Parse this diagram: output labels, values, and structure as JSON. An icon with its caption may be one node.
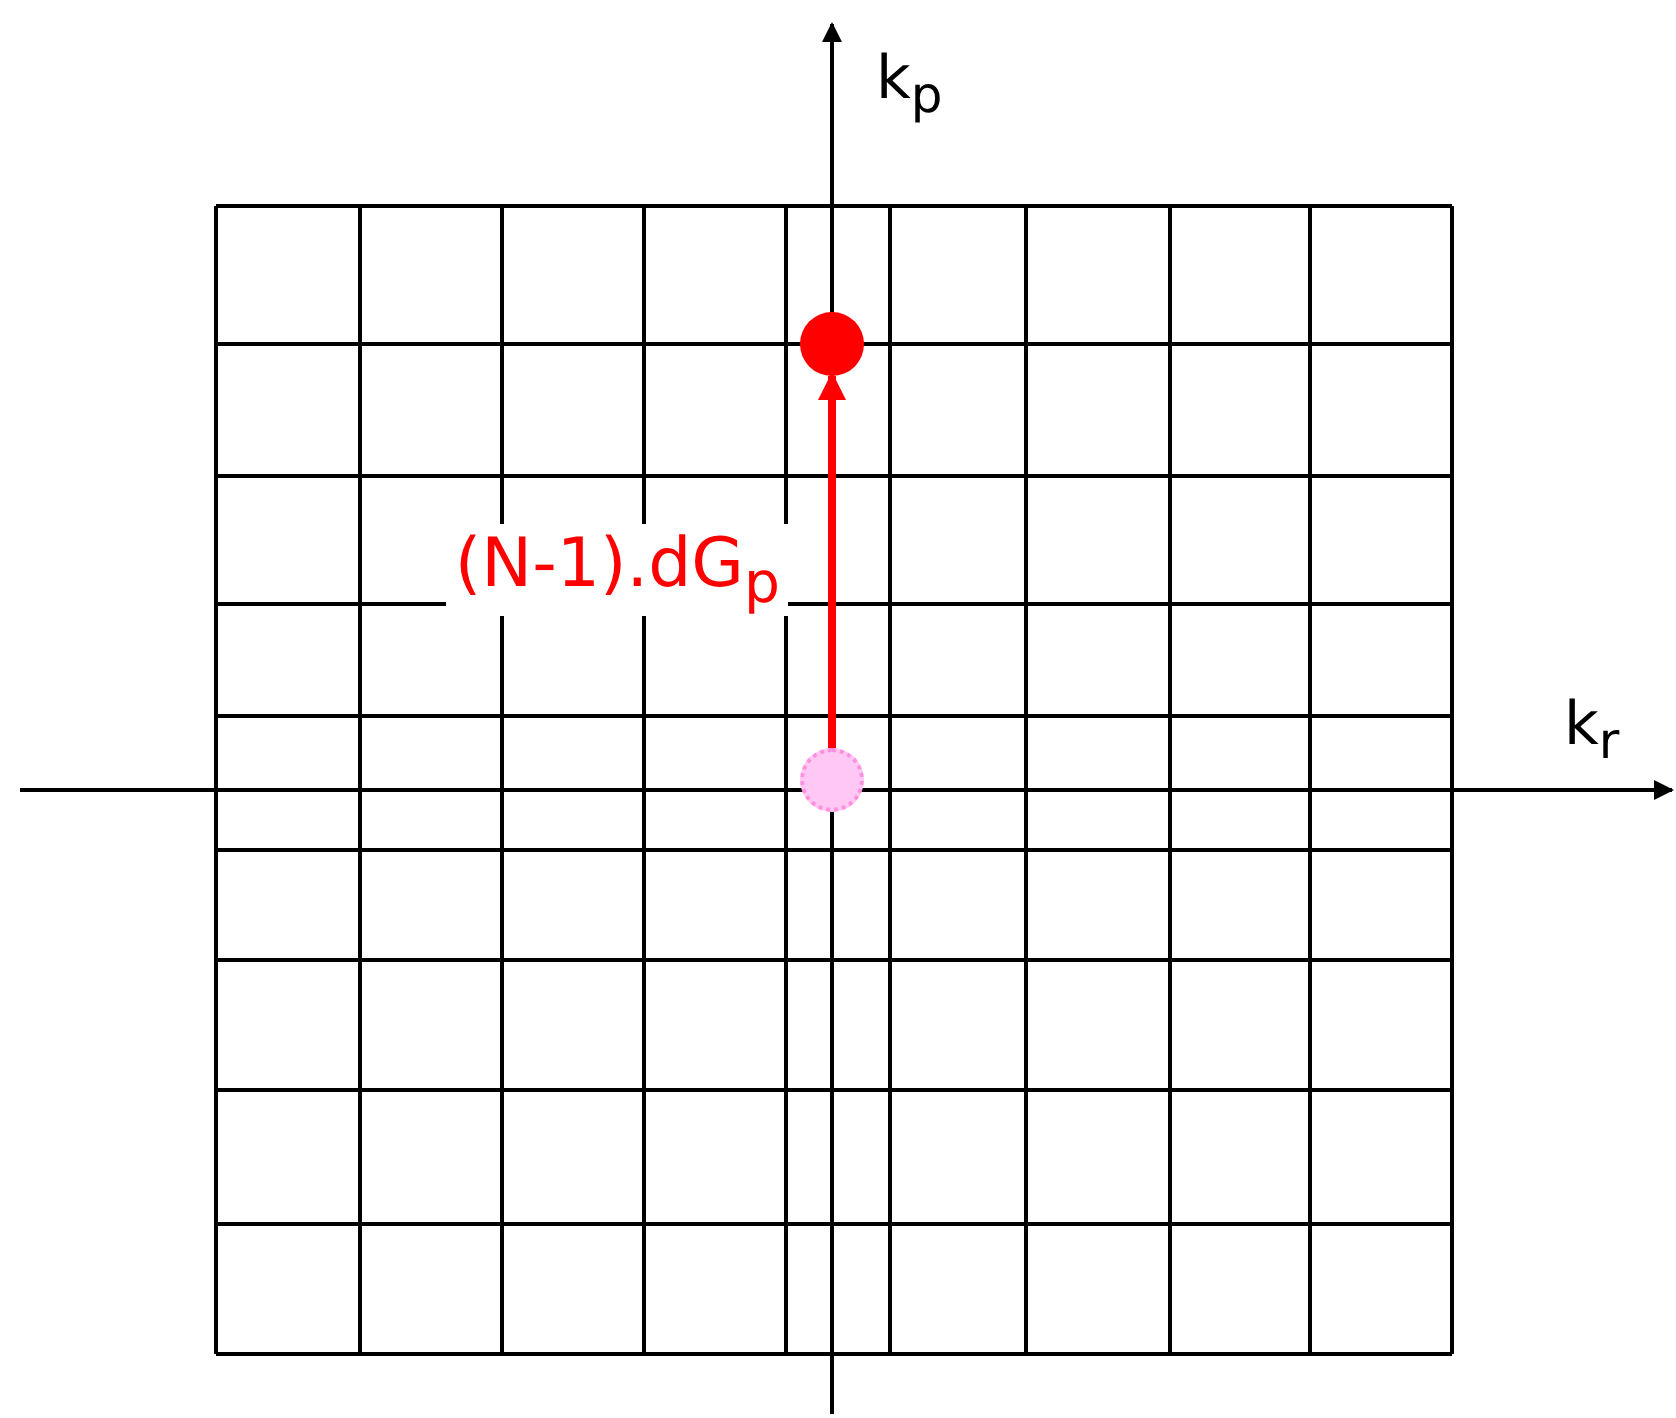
{
  "diagram": {
    "nodes": [
      {
        "text": [],
        "shape": "circle"
      },
      {
        "text": [],
        "shape": "circle"
      }
    ],
    "edges": [
      {
        "from": 1,
        "to": 0,
        "arrow": "to",
        "label": "(N-1).dG$_{p}$",
        "color": "#ff0000"
      }
    ],
    "labels": [
      "k$_{p}$",
      "k$_{r}$"
    ]
  }
}
